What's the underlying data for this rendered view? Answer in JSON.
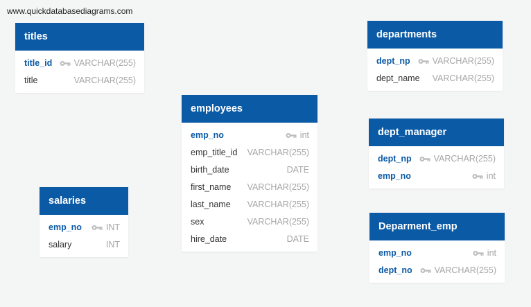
{
  "watermark": "www.quickdatabasediagrams.com",
  "tables": {
    "titles": {
      "name": "titles",
      "fields": [
        {
          "name": "title_id",
          "type": "VARCHAR(255)",
          "key": true
        },
        {
          "name": "title",
          "type": "VARCHAR(255)",
          "key": false
        }
      ]
    },
    "departments": {
      "name": "departments",
      "fields": [
        {
          "name": "dept_np",
          "type": "VARCHAR(255)",
          "key": true
        },
        {
          "name": "dept_name",
          "type": "VARCHAR(255)",
          "key": false
        }
      ]
    },
    "employees": {
      "name": "employees",
      "fields": [
        {
          "name": "emp_no",
          "type": "int",
          "key": true
        },
        {
          "name": "emp_title_id",
          "type": "VARCHAR(255)",
          "key": false
        },
        {
          "name": "birth_date",
          "type": "DATE",
          "key": false
        },
        {
          "name": "first_name",
          "type": "VARCHAR(255)",
          "key": false
        },
        {
          "name": "last_name",
          "type": "VARCHAR(255)",
          "key": false
        },
        {
          "name": "sex",
          "type": "VARCHAR(255)",
          "key": false
        },
        {
          "name": "hire_date",
          "type": "DATE",
          "key": false
        }
      ]
    },
    "dept_manager": {
      "name": "dept_manager",
      "fields": [
        {
          "name": "dept_np",
          "type": "VARCHAR(255)",
          "key": true
        },
        {
          "name": "emp_no",
          "type": "int",
          "key": true
        }
      ]
    },
    "salaries": {
      "name": "salaries",
      "fields": [
        {
          "name": "emp_no",
          "type": "INT",
          "key": true
        },
        {
          "name": "salary",
          "type": "INT",
          "key": false
        }
      ]
    },
    "deparment_emp": {
      "name": "Deparment_emp",
      "fields": [
        {
          "name": "emp_no",
          "type": "int",
          "key": true
        },
        {
          "name": "dept_no",
          "type": "VARCHAR(255)",
          "key": true
        }
      ]
    }
  },
  "colors": {
    "header": "#0b5aa6",
    "key_text": "#0b5aa6",
    "type_text": "#a6a6a6",
    "background": "#f4f5f5"
  },
  "icons": {
    "key": "key-icon"
  }
}
